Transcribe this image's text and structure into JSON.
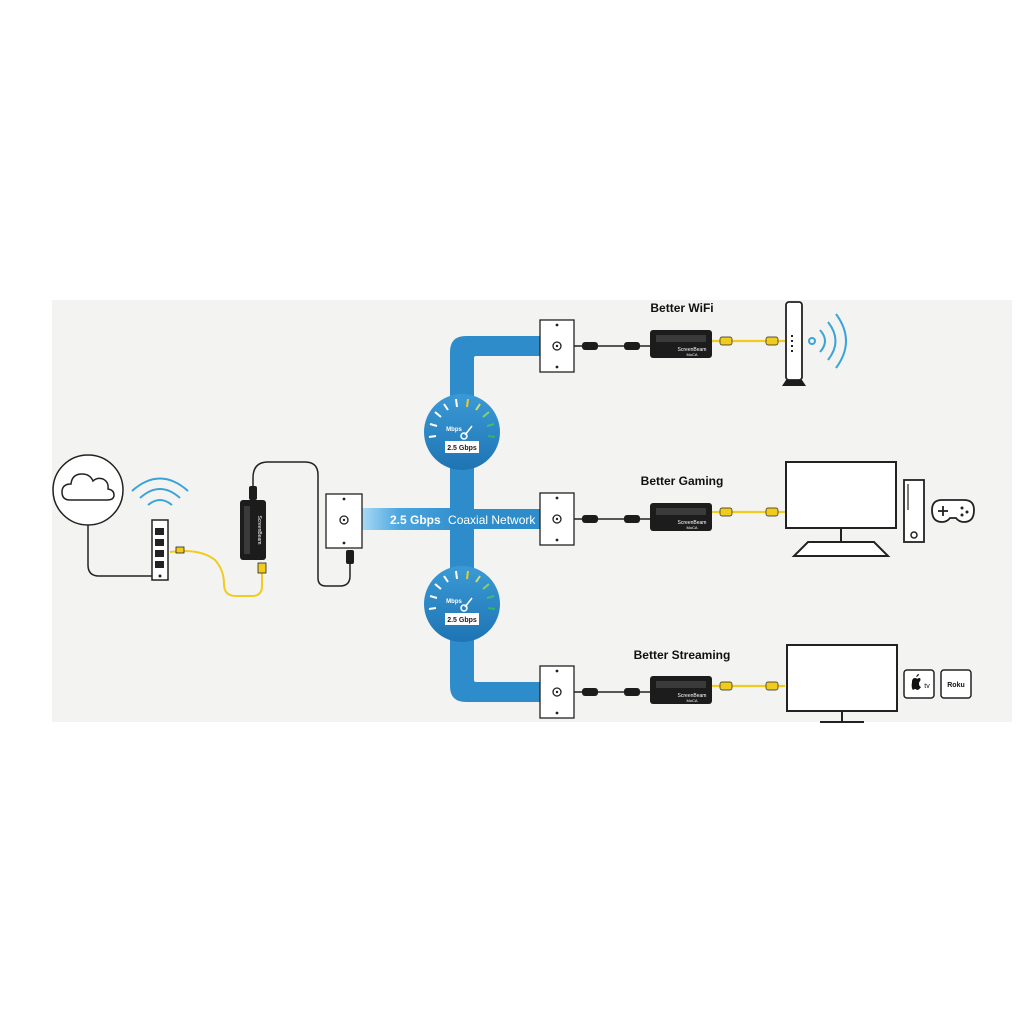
{
  "labels": {
    "wifi": "Better WiFi",
    "gaming": "Better Gaming",
    "streaming": "Better Streaming"
  },
  "network": {
    "speed": "2.5 Gbps",
    "name": "Coaxial Network"
  },
  "gauges": [
    {
      "unit": "Mbps",
      "value": "2.5 Gbps"
    },
    {
      "unit": "Mbps",
      "value": "2.5 Gbps"
    }
  ],
  "adapter": {
    "brand": "ScreenBeam",
    "model": "MoCA"
  },
  "streaming_devices": {
    "apple": "tv",
    "roku": "Roku"
  },
  "colors": {
    "panel_bg": "#f3f3f1",
    "network_blue": "#2f8ccb",
    "network_light": "#8ccbf0",
    "ethernet_yellow": "#f2cc1c",
    "wifi_wave": "#3aa4d8",
    "device_black": "#1c1c1c"
  },
  "icons": [
    "cloud-icon",
    "wifi-waves-icon",
    "modem-icon",
    "gamepad-icon",
    "apple-tv-icon",
    "roku-icon"
  ]
}
